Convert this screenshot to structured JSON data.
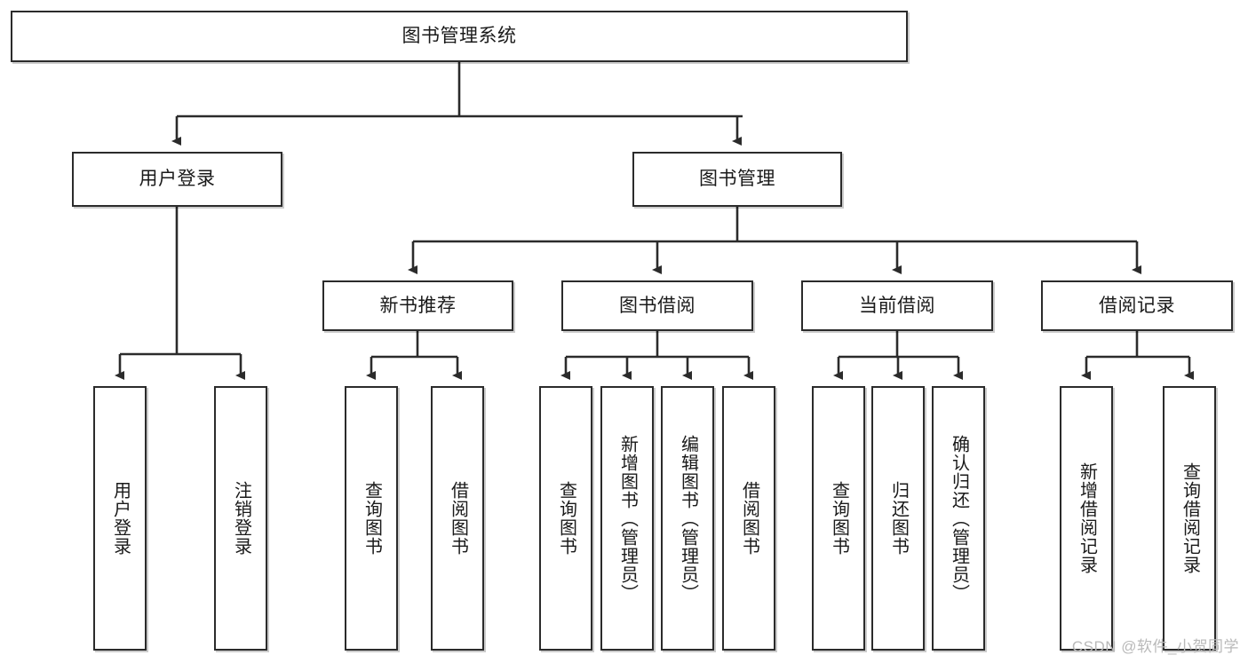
{
  "diagram": {
    "type": "hierarchy-tree",
    "title": "图书管理系统",
    "watermark": "CSDN @软件_小贺同学",
    "colors": {
      "background": "#ffffff",
      "stroke": "#2b2b2b",
      "text": "#1a1a1a",
      "watermark": "#b9b9b9"
    },
    "root": {
      "label": "图书管理系统"
    },
    "level1": [
      {
        "label": "用户登录"
      },
      {
        "label": "图书管理"
      }
    ],
    "level2": [
      {
        "label": "新书推荐"
      },
      {
        "label": "图书借阅"
      },
      {
        "label": "当前借阅"
      },
      {
        "label": "借阅记录"
      }
    ],
    "leaves": {
      "user_login": [
        {
          "label": "用户登录"
        },
        {
          "label": "注销登录"
        }
      ],
      "new_book": [
        {
          "label": "查询图书"
        },
        {
          "label": "借阅图书"
        }
      ],
      "book_borrow": [
        {
          "label": "查询图书"
        },
        {
          "label": "新增图书（管理员）"
        },
        {
          "label": "编辑图书（管理员）"
        },
        {
          "label": "借阅图书"
        }
      ],
      "current_borrow": [
        {
          "label": "查询图书"
        },
        {
          "label": "归还图书"
        },
        {
          "label": "确认归还（管理员）"
        }
      ],
      "borrow_record": [
        {
          "label": "新增借阅记录"
        },
        {
          "label": "查询借阅记录"
        }
      ]
    }
  }
}
